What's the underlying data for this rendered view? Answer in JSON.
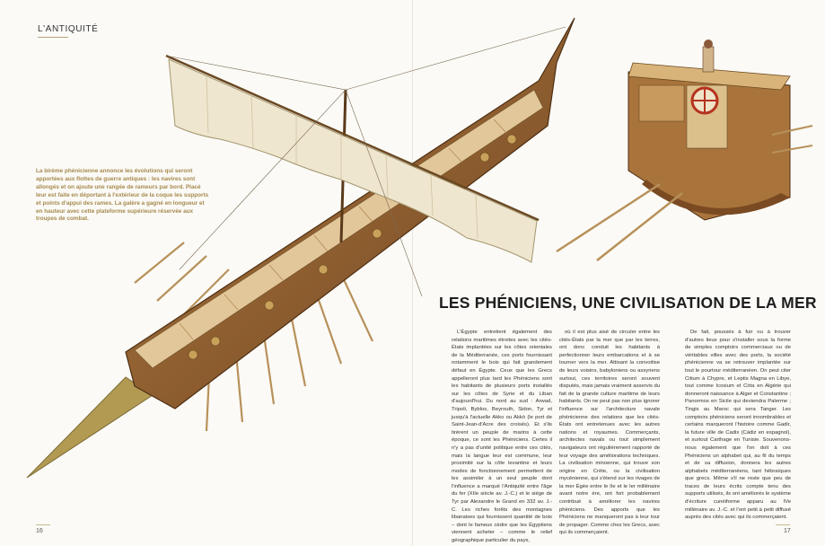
{
  "header": {
    "section": "L'ANTIQUITÉ"
  },
  "caption": "La birème phénicienne annonce les évolutions qui seront apportées aux flottes de guerre antiques : les navires sont allongés et on ajoute une rangée de rameurs par bord. Placé leur est faite en déportant à l'extérieur de la coque les supports et points d'appui des rames. La galère a gagné en longueur et en hauteur avec cette plateforme supérieure réservée aux troupes de combat.",
  "article": {
    "title": "LES PHÉNICIENS, UNE CIVILISATION DE LA MER",
    "col1": "L'Égypte entretient également des relations maritimes étroites avec les cités-États implantées sur les côtes orientales de la Méditerranée, ces ports fournissant notamment le bois qui fait grandement défaut en Égypte. Ceux que les Grecs appelleront plus tard les Phéniciens sont les habitants de plusieurs ports installés sur les côtes de Syrie et du Liban d'aujourd'hui. Du nord au sud : Arwad, Tripoli, Byblos, Beyrouth, Sidon, Tyr et jusqu'à l'actuelle Akko ou Akkò (le port de Saint-Jean-d'Acre des croisés). Et s'ils tirèrent un peuple de marins à cette époque, ce sont les Phéniciens. Certes il n'y a pas d'unité politique entre ces cités, mais la langue leur est commune, leur proximité sur la côte levantine et leurs modes de fonctionnement permettent de les assimiler à un seul peuple dont l'influence a marqué l'Antiquité entre l'âge du fer (XIIe siècle av. J.-C.) et le siège de Tyr par Alexandre le Grand en 332 av. J.-C. Les riches forêts des montagnes libanaises qui fournissent quantité de bois – dont le fameux cèdre que les Égyptiens viennent acheter – comme le relief géographique particulier du pays,",
    "col2": "où il est plus aisé de circuler entre les cités-États par la mer que par les terres, ont donc conduit les habitants à perfectionner leurs embarcations et à se tourner vers la mer. Attisant la convoitise de leurs voisins, babyloniens ou assyriens surtout, ces territoires seront souvent disputés, mais jamais vraiment asservis du fait de la grande culture maritime de leurs habitants. On ne peut pas non plus ignorer l'influence sur l'architecture navale phénicienne des relations que les cités-États ont entretenues avec les autres nations et royaumes. Commerçants, architectes navals ou tout simplement navigateurs ont régulièrement rapporté de leur voyage des améliorations techniques. La civilisation minoenne, qui trouve son origine en Crète, ou la civilisation mycénienne, qui s'étend sur les rivages de la mer Égée entre le IIe et le Ier millénaire avant notre ère, ont fort probablement contribué à améliorer les navires phéniciens. Des apports que les Phéniciens ne manqueront pas à leur tour de propager. Comme chez les Grecs, avec qui ils commerçaient.",
    "col3": "De fait, poussés à fuir ou à trouver d'autres lieux pour s'installer sous la forme de simples comptoirs commerciaux ou de véritables villes avec des ports, la société phénicienne va se retrouver implantée sur tout le pourtour méditerranéen. On peut citer Citium à Chypre, et Leptis Magna en Libye, tout comme Icosium et Cirta en Algérie qui donneront naissance à Alger et Constantine ; Panormos en Sicile qui deviendra Palerme ; Tingis au Maroc qui sera Tanger. Les comptoirs phéniciens seront innombrables et certains marqueront l'histoire comme Gadir, la future ville de Cadix (Cádiz en espagnol), et surtout Carthage en Tunisie. Souvenons-nous également que l'on doit à ces Phéniciens un alphabet qui, au fil du temps et de sa diffusion, donnera les autres alphabets méditerranéens, tant hébraïques que grecs. Même s'il ne reste que peu de traces de leurs écrits compte tenu des supports utilisés, ils ont améliorés le système d'écriture cunéiforme apparu au IVe millénaire av. J.-C. et l'ont petit à petit diffusé auprès des cités avec qui ils commerçaient."
  },
  "folio": {
    "left": "16",
    "right": "17"
  },
  "colors": {
    "accent": "#a68a4e",
    "hull": "#8a5a2b",
    "sail": "#efe6cf"
  }
}
